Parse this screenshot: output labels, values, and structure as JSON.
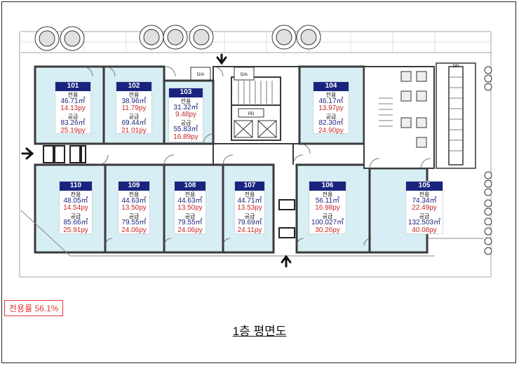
{
  "units": [
    {
      "id": "101",
      "excl_label": "전용",
      "excl_m2": "46.71㎡",
      "excl_py": "14.13py",
      "supply_label": "공급",
      "supply_m2": "83.26㎡",
      "supply_py": "25.19py"
    },
    {
      "id": "102",
      "excl_label": "전용",
      "excl_m2": "38.96㎡",
      "excl_py": "11.79py",
      "supply_label": "공급",
      "supply_m2": "69.44㎡",
      "supply_py": "21.01py"
    },
    {
      "id": "103",
      "excl_label": "전용",
      "excl_m2": "31.32㎡",
      "excl_py": "9.48py",
      "supply_label": "공급",
      "supply_m2": "55.83㎡",
      "supply_py": "16.89py"
    },
    {
      "id": "104",
      "excl_label": "전용",
      "excl_m2": "46.17㎡",
      "excl_py": "13.97py",
      "supply_label": "공급",
      "supply_m2": "82.30㎡",
      "supply_py": "24.90py"
    },
    {
      "id": "105",
      "excl_label": "전용",
      "excl_m2": "74.34㎡",
      "excl_py": "22.49py",
      "supply_label": "공급",
      "supply_m2": "132.503㎡",
      "supply_py": "40.08py"
    },
    {
      "id": "106",
      "excl_label": "전용",
      "excl_m2": "56.11㎡",
      "excl_py": "16.98py",
      "supply_label": "공급",
      "supply_m2": "100.027㎡",
      "supply_py": "30.26py"
    },
    {
      "id": "107",
      "excl_label": "전용",
      "excl_m2": "44.71㎡",
      "excl_py": "13.53py",
      "supply_label": "공급",
      "supply_m2": "79.69㎡",
      "supply_py": "24.11py"
    },
    {
      "id": "108",
      "excl_label": "전용",
      "excl_m2": "44.63㎡",
      "excl_py": "13.50py",
      "supply_label": "공급",
      "supply_m2": "79.55㎡",
      "supply_py": "24.06py"
    },
    {
      "id": "109",
      "excl_label": "전용",
      "excl_m2": "44.63㎡",
      "excl_py": "13.50py",
      "supply_label": "공급",
      "supply_m2": "79.55㎡",
      "supply_py": "24.06py"
    },
    {
      "id": "110",
      "excl_label": "전용",
      "excl_m2": "48.05㎡",
      "excl_py": "14.54py",
      "supply_label": "공급",
      "supply_m2": "85.66㎡",
      "supply_py": "25.91py"
    }
  ],
  "labels": {
    "da_1": "D/A",
    "da_2": "D/A",
    "pd_1": "PD",
    "pd_2": "PD",
    "dn": "DN"
  },
  "ratio_text": "전용률 56.1%",
  "title": "1층 평면도",
  "colors": {
    "unit_fill": "#d6eef4",
    "wall": "#3a3a3a",
    "header_navy": "#1a237e",
    "area_red": "#c62828",
    "ratio_red": "#e53935"
  },
  "icons": [
    "tree-icon",
    "entrance-arrow-icon",
    "stairs-icon",
    "elevator-icon",
    "toilet-icon",
    "door-icon"
  ]
}
